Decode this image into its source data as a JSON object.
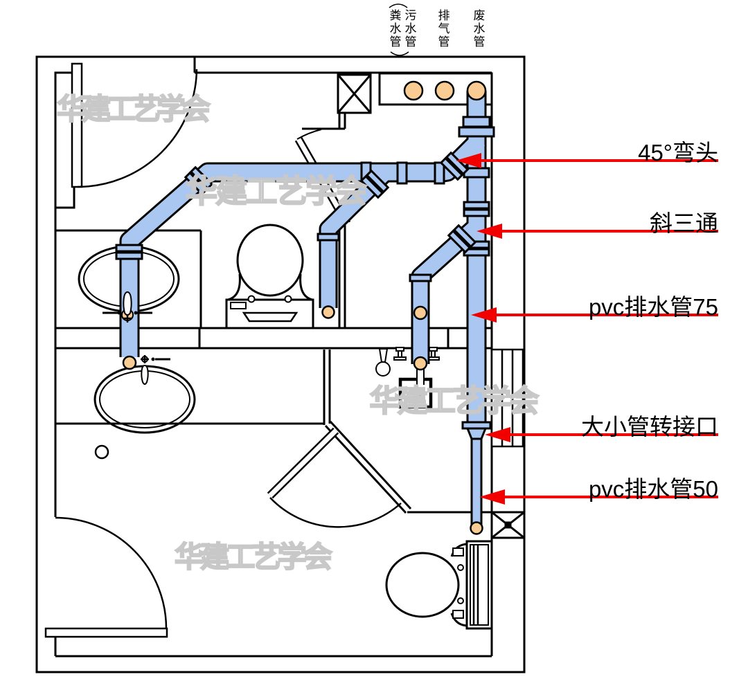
{
  "diagram_type": "bathroom-drainage-plumbing-plan",
  "riser_labels": [
    {
      "label": "粪水管"
    },
    {
      "label": "污水管"
    },
    {
      "label": "排气管"
    },
    {
      "label": "废水管"
    }
  ],
  "callouts": [
    {
      "label": "45°弯头"
    },
    {
      "label": "斜三通"
    },
    {
      "label": "pvc排水管75"
    },
    {
      "label": "大小管转接口"
    },
    {
      "label": "pvc排水管50"
    }
  ],
  "watermark": {
    "text": "华建工艺学会"
  },
  "colors": {
    "pipe_blue": "#a9c7f1",
    "fitting_orange": "#f8cc92",
    "annotation_red": "#f20000",
    "watermark_gray": "#c8c8c8",
    "line_black": "#000000"
  }
}
